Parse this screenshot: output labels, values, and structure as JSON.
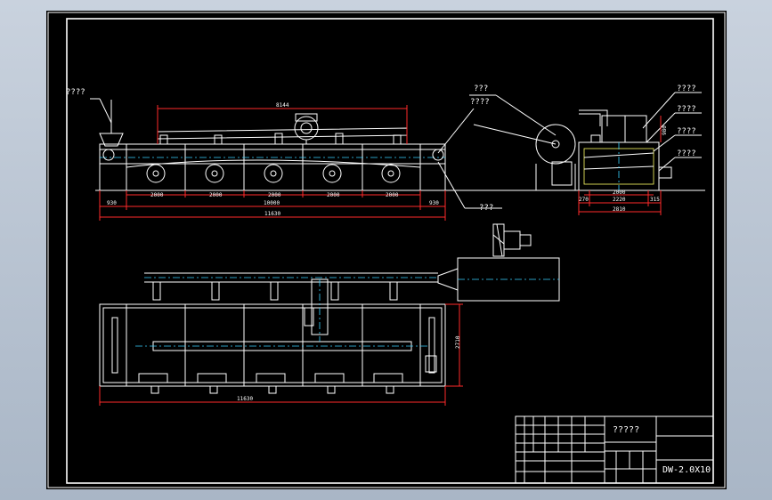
{
  "labels": {
    "top_left": "????",
    "top_mid_1": "???",
    "top_mid_2": "????",
    "bottom_mid": "???",
    "right_1": "????",
    "right_2": "????",
    "right_3": "????",
    "right_4": "????"
  },
  "dims": {
    "top_span": "8144",
    "seg": [
      "2000",
      "2000",
      "2000",
      "2000",
      "2000"
    ],
    "left_end": "930",
    "right_end": "930",
    "center": "10000",
    "overall_top": "11630",
    "side_height": "980",
    "side_inner": "2000",
    "side_left": "270",
    "side_mid": "2220",
    "side_right": "315",
    "side_overall": "2810",
    "plan_height": "2710",
    "overall_bottom": "11630"
  },
  "title_block": {
    "name": "?????",
    "drawing_no": "DW-2.0X10"
  }
}
